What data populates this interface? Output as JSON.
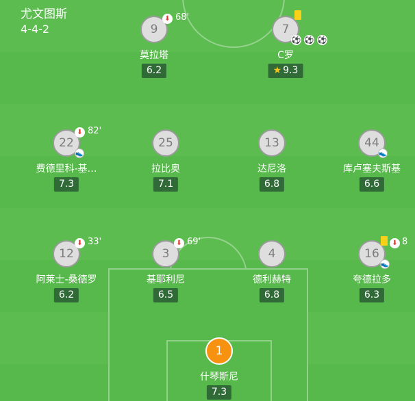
{
  "team": {
    "name": "尤文图斯",
    "formation": "4-4-2"
  },
  "colors": {
    "pitch": "#57b84b",
    "rating_bg": "#2f6a37",
    "keeper": "#f6920f",
    "yellow_card": "#f8d21a",
    "sub_arrow": "#e23b2e"
  },
  "players": [
    {
      "number": "9",
      "name": "莫拉塔",
      "rating": "6.2",
      "sub_time": "68'"
    },
    {
      "number": "7",
      "name": "C罗",
      "rating": "9.3",
      "goals": 3,
      "yellow_card": true,
      "motm": true
    },
    {
      "number": "22",
      "name": "费德里科-基…",
      "rating": "7.3",
      "sub_time": "82'",
      "assist": true
    },
    {
      "number": "25",
      "name": "拉比奥",
      "rating": "7.1"
    },
    {
      "number": "13",
      "name": "达尼洛",
      "rating": "6.8"
    },
    {
      "number": "44",
      "name": "库卢塞夫斯基",
      "rating": "6.6",
      "assist": true
    },
    {
      "number": "12",
      "name": "阿莱士-桑德罗",
      "rating": "6.2",
      "sub_time": "33'"
    },
    {
      "number": "3",
      "name": "基耶利尼",
      "rating": "6.5",
      "sub_time": "69'"
    },
    {
      "number": "4",
      "name": "德利赫特",
      "rating": "6.8"
    },
    {
      "number": "16",
      "name": "夸德拉多",
      "rating": "6.3",
      "sub_time": "8",
      "yellow_card": true,
      "assist": true
    },
    {
      "number": "1",
      "name": "什琴斯尼",
      "rating": "7.3",
      "keeper": true
    }
  ]
}
